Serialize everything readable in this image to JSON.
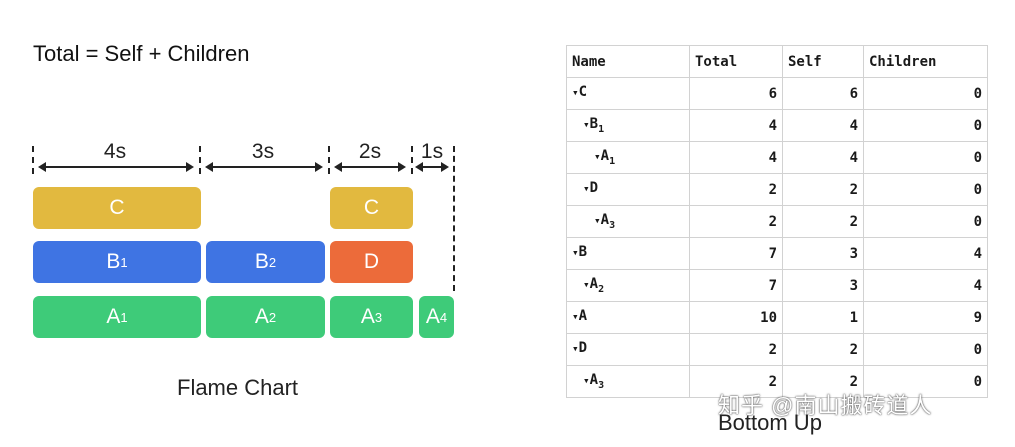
{
  "title": "Total = Self + Children",
  "flame": {
    "durations": [
      "4s",
      "3s",
      "2s",
      "1s"
    ],
    "caption": "Flame Chart",
    "bars": [
      {
        "letter": "C",
        "sub": ""
      },
      {
        "letter": "C",
        "sub": ""
      },
      {
        "letter": "B",
        "sub": "1"
      },
      {
        "letter": "B",
        "sub": "2"
      },
      {
        "letter": "D",
        "sub": ""
      },
      {
        "letter": "A",
        "sub": "1"
      },
      {
        "letter": "A",
        "sub": "2"
      },
      {
        "letter": "A",
        "sub": "3"
      },
      {
        "letter": "A",
        "sub": "4"
      }
    ],
    "colors": {
      "C": "#e2b93f",
      "B": "#3f74e3",
      "D": "#ec6b3a",
      "A": "#3ecb79"
    }
  },
  "table": {
    "headers": [
      "Name",
      "Total",
      "Self",
      "Children"
    ],
    "rows": [
      {
        "marker": "▾",
        "letter": "C",
        "sub": "",
        "total": "6",
        "self": "6",
        "children": "0"
      },
      {
        "marker": "▾",
        "letter": "B",
        "sub": "1",
        "total": "4",
        "self": "4",
        "children": "0"
      },
      {
        "marker": "▾",
        "letter": "A",
        "sub": "1",
        "total": "4",
        "self": "4",
        "children": "0"
      },
      {
        "marker": "▾",
        "letter": "D",
        "sub": "",
        "total": "2",
        "self": "2",
        "children": "0"
      },
      {
        "marker": "▾",
        "letter": "A",
        "sub": "3",
        "total": "2",
        "self": "2",
        "children": "0"
      },
      {
        "marker": "▾",
        "letter": "B",
        "sub": "",
        "total": "7",
        "self": "3",
        "children": "4"
      },
      {
        "marker": "▾",
        "letter": "A",
        "sub": "2",
        "total": "7",
        "self": "3",
        "children": "4"
      },
      {
        "marker": "▾",
        "letter": "A",
        "sub": "",
        "total": "10",
        "self": "1",
        "children": "9"
      },
      {
        "marker": "▾",
        "letter": "D",
        "sub": "",
        "total": "2",
        "self": "2",
        "children": "0"
      },
      {
        "marker": "▾",
        "letter": "A",
        "sub": "3",
        "total": "2",
        "self": "2",
        "children": "0"
      }
    ],
    "caption": "Bottom Up"
  },
  "watermark": "知乎 @南山搬砖道人"
}
